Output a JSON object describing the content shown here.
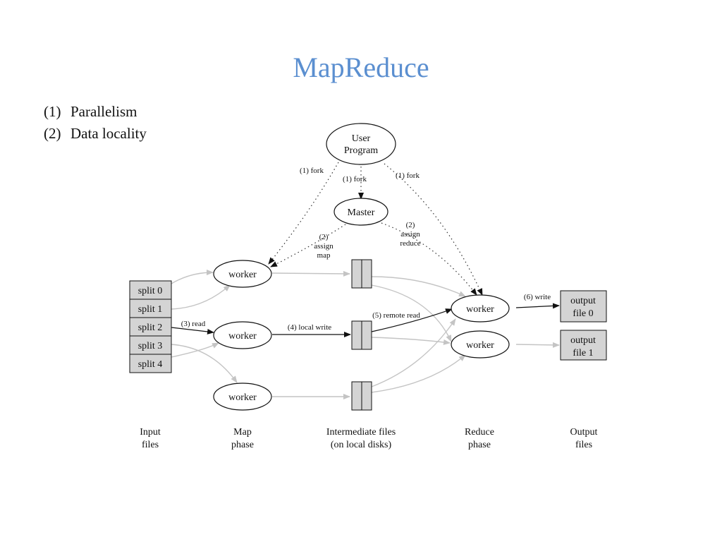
{
  "slide": {
    "title": "MapReduce",
    "points": [
      {
        "num": "(1)",
        "text": "Parallelism"
      },
      {
        "num": "(2)",
        "text": "Data locality"
      }
    ]
  },
  "diagram": {
    "user_program": [
      "User",
      "Program"
    ],
    "master": "Master",
    "worker_label": "worker",
    "splits": [
      "split 0",
      "split 1",
      "split 2",
      "split 3",
      "split 4"
    ],
    "outputs": [
      [
        "output",
        "file 0"
      ],
      [
        "output",
        "file 1"
      ]
    ],
    "edge_labels": {
      "fork_left": "(1) fork",
      "fork_mid": "(1) fork",
      "fork_right": "(1) fork",
      "assign_map": [
        "(2)",
        "assign",
        "map"
      ],
      "assign_reduce": [
        "(2)",
        "assign",
        "reduce"
      ],
      "read": "(3) read",
      "local_write": "(4) local write",
      "remote_read": "(5) remote read",
      "write": "(6) write"
    },
    "phases": [
      [
        "Input",
        "files"
      ],
      [
        "Map",
        "phase"
      ],
      [
        "Intermediate files",
        "(on local disks)"
      ],
      [
        "Reduce",
        "phase"
      ],
      [
        "Output",
        "files"
      ]
    ]
  }
}
